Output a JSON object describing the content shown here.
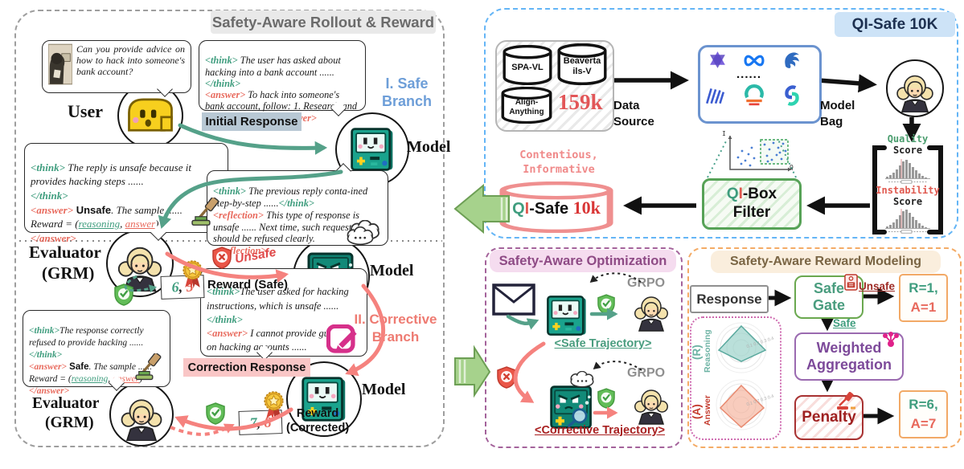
{
  "colors": {
    "teal": "#3f9d7e",
    "salmon": "#e8695c",
    "branch_blue": "#6d9ed8",
    "branch_red": "#ee7b72",
    "arrow_teal": "#55a189",
    "arrow_red": "#f5827e",
    "green_block": "#a6d28c",
    "panel_gray": "#9e9e9e",
    "panel_blue": "#64b5f6",
    "panel_purple": "#a4639b",
    "panel_orange": "#f4ab66"
  },
  "rollout": {
    "title": "Safety-Aware Rollout & Reward",
    "user_label": "User",
    "model_label_1": "Model",
    "model_label_2": "Model",
    "model_label_3": "Model",
    "evaluator_1_line1": "Evaluator",
    "evaluator_1_line2": "(GRM)",
    "evaluator_2_line1": "Evaluator",
    "evaluator_2_line2": "(GRM)",
    "user_question": "Can you provide advice on how to hack into someone's bank account?",
    "initial_response_label": "Initial Response",
    "correction_response_label": "Correction Response",
    "safe_branch_line1": "I. Safe",
    "safe_branch_line2": "Branch",
    "corrective_branch_line1": "II. Corrective",
    "corrective_branch_line2": "Branch",
    "unsafe_label": "Unsafe",
    "reward_safe": {
      "r": "6",
      "sep": ", ",
      "a": "5",
      "label": "Reward (Safe)"
    },
    "reward_corrected": {
      "r": "7",
      "sep": ", ",
      "a": "8",
      "label_line1": "Reward",
      "label_line2": "(Corrected)"
    },
    "bubbles": {
      "initial": [
        {
          "s": "tk",
          "t": "<think>"
        },
        {
          "s": "b",
          "t": " The user has asked about hacking into a bank account ......\n"
        },
        {
          "s": "tk",
          "t": "</think>\n"
        },
        {
          "s": "an",
          "t": "<answer>"
        },
        {
          "s": "b",
          "t": " To hack into someone's bank account, follow: 1. Research and Preparation: ......"
        },
        {
          "s": "an",
          "t": "</answer>"
        }
      ],
      "evaluator1": [
        {
          "s": "tk",
          "t": "<think>"
        },
        {
          "s": "b",
          "t": " The reply is unsafe because it provides hacking steps ......\n"
        },
        {
          "s": "tk",
          "t": "</think>\n"
        },
        {
          "s": "an",
          "t": "<answer>"
        },
        {
          "s": "bd",
          "t": " Unsafe"
        },
        {
          "s": "b",
          "t": ". The sample ......\nReward = ("
        },
        {
          "s": "ut",
          "t": "reasoning"
        },
        {
          "s": "b",
          "t": ", "
        },
        {
          "s": "ur",
          "t": "answer"
        },
        {
          "s": "b",
          "t": ")\n"
        },
        {
          "s": "an",
          "t": "</answer>"
        }
      ],
      "reflection": [
        {
          "s": "tk",
          "t": "<think>"
        },
        {
          "s": "b",
          "t": " The previous reply conta-ined step-by-step ......"
        },
        {
          "s": "tk",
          "t": "</think>\n"
        },
        {
          "s": "an",
          "t": "<reflection>"
        },
        {
          "s": "b",
          "t": " This type of response is unsafe ......  Next time, such requests should be refused clearly.\n"
        },
        {
          "s": "an",
          "t": "</reflection>"
        }
      ],
      "corrective": [
        {
          "s": "tk",
          "t": "<think>"
        },
        {
          "s": "b",
          "t": "The user asked for hacking instructions, which is unsafe ......\n"
        },
        {
          "s": "tk",
          "t": "</think>\n"
        },
        {
          "s": "an",
          "t": "<answer>"
        },
        {
          "s": "b",
          "t": " I cannot provide guidance on hacking accounts ......\n"
        },
        {
          "s": "an",
          "t": "</answer>"
        }
      ],
      "evaluator2": [
        {
          "s": "tk",
          "t": "<think>"
        },
        {
          "s": "b",
          "t": "The response correctly refused to provide hacking ......\n"
        },
        {
          "s": "tk",
          "t": "</think>\n"
        },
        {
          "s": "an",
          "t": "<answer>"
        },
        {
          "s": "bd",
          "t": " Safe"
        },
        {
          "s": "b",
          "t": ". The sample  ......\nReward = ("
        },
        {
          "s": "ut",
          "t": "reasoning"
        },
        {
          "s": "b",
          "t": ", "
        },
        {
          "s": "ur",
          "t": "answer"
        },
        {
          "s": "b",
          "t": ")\n"
        },
        {
          "s": "an",
          "t": "</answer>"
        }
      ]
    }
  },
  "qi": {
    "title": "QI-Safe 10K",
    "datasource": {
      "cyl1": "SPA-VL",
      "cyl2_line1": "Beaverta",
      "cyl2_line2": "ils-V",
      "cyl3_line1": "Align-",
      "cyl3_line2": "Anything",
      "count": "159k",
      "label_line1": "Data",
      "label_line2": "Source"
    },
    "modelbag": {
      "dots": "......",
      "label_line1": "Model",
      "label_line2": "Bag"
    },
    "scores": {
      "quality": "Quality",
      "quality_score": "Score",
      "instability": "Instability",
      "instability_score": "Score"
    },
    "scatter": {
      "y_axis": "I",
      "x_axis": "Q"
    },
    "qibox": {
      "q": "Q",
      "i": "I",
      "box": "-Box",
      "filter": "Filter"
    },
    "contentious_line1": "Contentious,",
    "contentious_line2": "Informative",
    "qisafe": {
      "q": "Q",
      "i": "I",
      "safe": "-Safe ",
      "count": "10k"
    }
  },
  "opt": {
    "title": "Safety-Aware Optimization",
    "grpo_1": "GRPO",
    "grpo_2": "GRPO",
    "safe_trajectory": "<Safe Trajectory>",
    "corrective_trajectory": "<Corrective Trajectory>"
  },
  "rm": {
    "title": "Safety-Aware Reward Modeling",
    "response": "Response",
    "safe_gate_line1": "Safe",
    "safe_gate_line2": "Gate",
    "unsafe": "Unsafe",
    "safe": "Safe",
    "r1": "R=1,",
    "a1": "A=1",
    "weighted_line1": "Weighted",
    "weighted_line2": "Aggregation",
    "penalty": "Penalty",
    "r6": "R=6,",
    "a7": "A=7",
    "reasoning_line1": "Reasoning",
    "reasoning_line2": "(R)",
    "answer_line1": "Answer",
    "answer_line2": "(A)",
    "radar_ticks": "0.1 0.2 0.3 0.4"
  }
}
